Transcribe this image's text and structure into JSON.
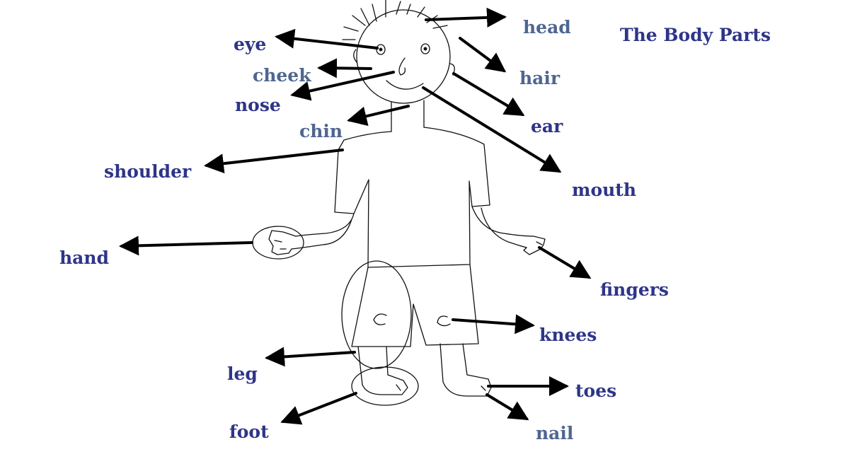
{
  "title": "The Body Parts",
  "colors": {
    "label_dark": "#2e3588",
    "label_light": "#4f6691",
    "outline": "#111111",
    "arrow": "#000000",
    "background": "#ffffff"
  },
  "labels": {
    "head": "head",
    "hair": "hair",
    "eye": "eye",
    "cheek": "cheek",
    "nose": "nose",
    "chin": "chin",
    "ear": "ear",
    "shoulder": "shoulder",
    "mouth": "mouth",
    "hand": "hand",
    "fingers": "fingers",
    "knees": "knees",
    "leg": "leg",
    "toes": "toes",
    "foot": "foot",
    "nail": "nail"
  }
}
